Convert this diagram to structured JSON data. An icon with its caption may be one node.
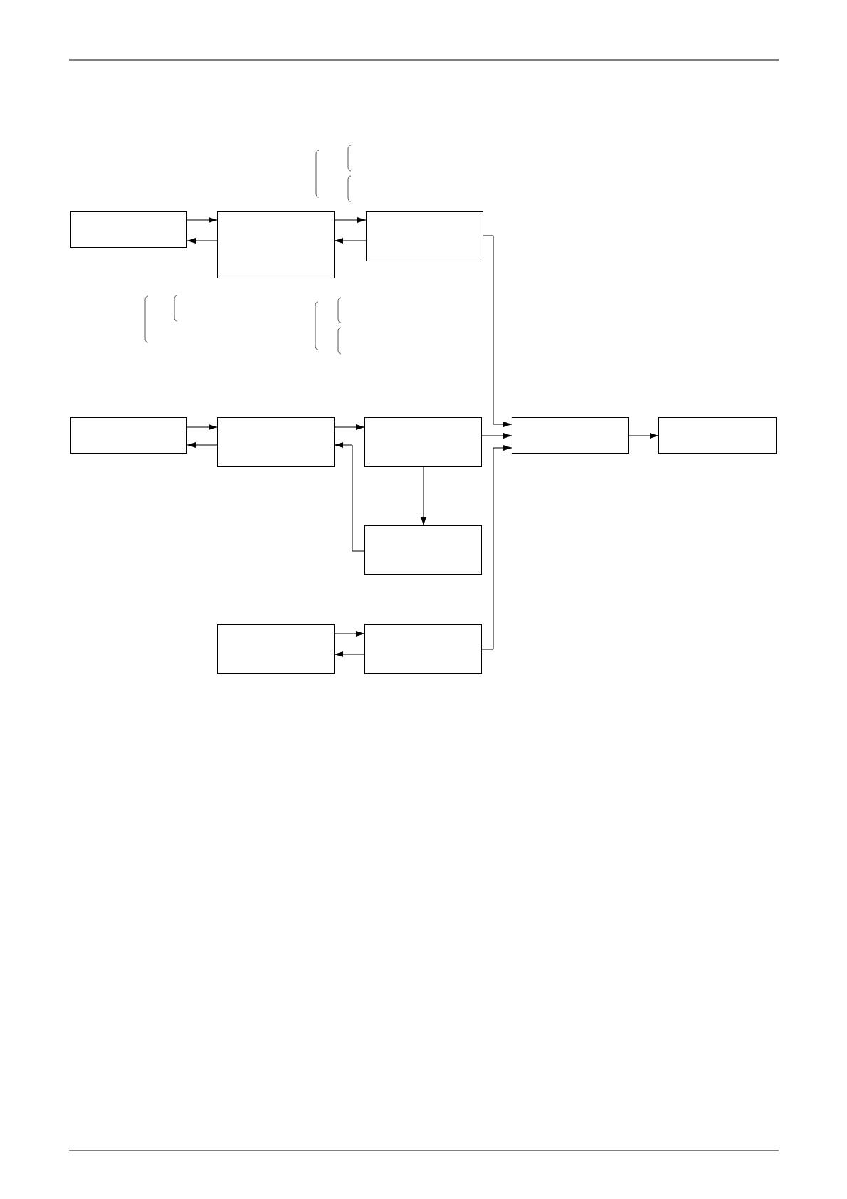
{
  "diagram": {
    "nodes": [
      {
        "text": [],
        "shape": "box"
      },
      {
        "text": [],
        "shape": "box"
      },
      {
        "text": [],
        "shape": "box"
      },
      {
        "text": [],
        "shape": "box"
      },
      {
        "text": [],
        "shape": "box"
      },
      {
        "text": [],
        "shape": "box"
      },
      {
        "text": [],
        "shape": "box"
      },
      {
        "text": [],
        "shape": "box"
      },
      {
        "text": [],
        "shape": "box"
      },
      {
        "text": [],
        "shape": "box"
      },
      {
        "text": [],
        "shape": "box"
      }
    ],
    "edges": [
      {
        "from": 0,
        "to": 1,
        "arrow": "to"
      },
      {
        "from": 1,
        "to": 0,
        "arrow": "to"
      },
      {
        "from": 1,
        "to": 2,
        "arrow": "to"
      },
      {
        "from": 2,
        "to": 1,
        "arrow": "to"
      },
      {
        "from": 2,
        "to": 6,
        "arrow": "to"
      },
      {
        "from": 3,
        "to": 4,
        "arrow": "to"
      },
      {
        "from": 4,
        "to": 3,
        "arrow": "to"
      },
      {
        "from": 4,
        "to": 5,
        "arrow": "to"
      },
      {
        "from": 5,
        "to": 6,
        "arrow": "to"
      },
      {
        "from": 6,
        "to": 7,
        "arrow": "to"
      },
      {
        "from": 5,
        "to": 8,
        "arrow": "to"
      },
      {
        "from": 8,
        "to": 4,
        "arrow": "to"
      },
      {
        "from": 9,
        "to": 10,
        "arrow": "to"
      },
      {
        "from": 10,
        "to": 9,
        "arrow": "to"
      },
      {
        "from": 10,
        "to": 6,
        "arrow": "to"
      }
    ]
  }
}
